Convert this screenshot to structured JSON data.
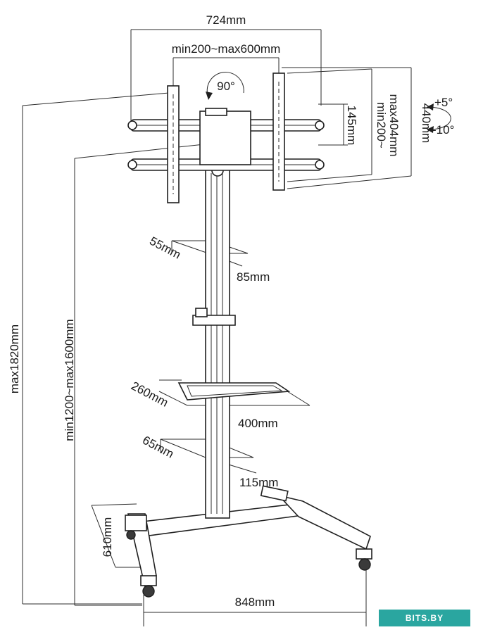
{
  "dimensions": {
    "width_total": "724mm",
    "vesa_horizontal": "min200~max600mm",
    "rotation": "90°",
    "height_panel": "440mm",
    "vesa_vertical_line1": "min200~",
    "vesa_vertical_line2": "max404mm",
    "bracket_gap": "145mm",
    "tilt_up": "+5°",
    "tilt_down": "-10°",
    "pole_depth": "55mm",
    "pole_width": "85mm",
    "max_height": "max1820mm",
    "height_range": "min1200~max1600mm",
    "shelf_depth": "260mm",
    "shelf_width": "400mm",
    "lower_depth": "65mm",
    "lower_width": "115mm",
    "base_depth": "610mm",
    "base_width": "848mm"
  },
  "watermark": "BITS.BY",
  "colors": {
    "line": "#1f1f1f",
    "watermark_bg": "#2aa6a0"
  }
}
